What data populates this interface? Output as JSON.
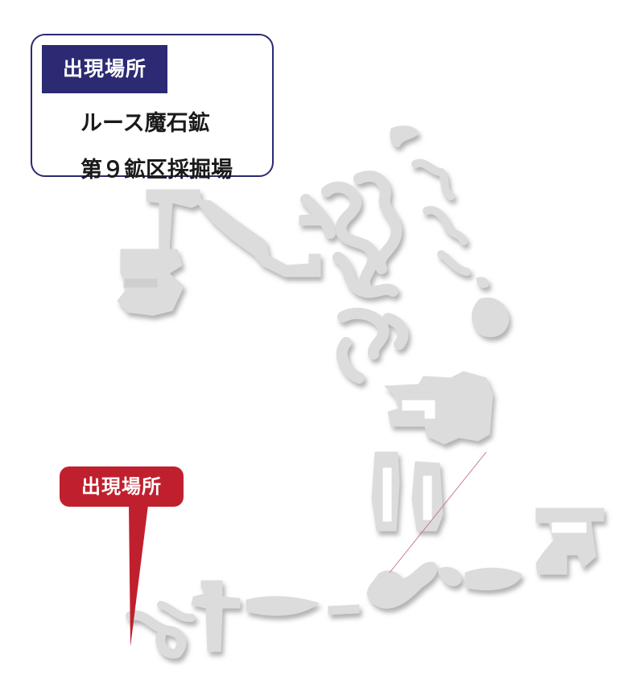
{
  "info_box": {
    "tag": "出現場所",
    "line1": "ルース魔石鉱",
    "line2": "第９鉱区採掘場"
  },
  "marker": {
    "label": "出現場所"
  },
  "colors": {
    "info_accent": "#2b2a72",
    "marker_red": "#c0202e",
    "cave_fill": "#dcdcdc",
    "cave_shadow": "#bcbcbc",
    "route_line": "#c8788a"
  }
}
